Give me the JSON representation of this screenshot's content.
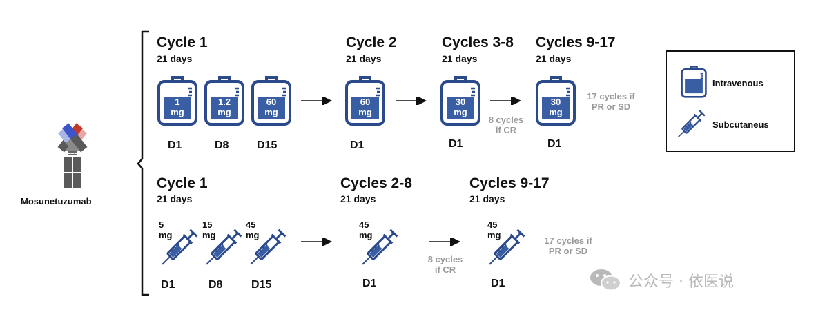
{
  "drug": {
    "name": "Mosunetuzumab"
  },
  "iv": {
    "cycles": [
      {
        "title": "Cycle 1",
        "duration": "21 days"
      },
      {
        "title": "Cycle 2",
        "duration": "21 days"
      },
      {
        "title": "Cycles 3-8",
        "duration": "21 days"
      },
      {
        "title": "Cycles 9-17",
        "duration": "21 days"
      }
    ],
    "doses": [
      {
        "amount": "1",
        "unit": "mg",
        "day": "D1"
      },
      {
        "amount": "1.2",
        "unit": "mg",
        "day": "D8"
      },
      {
        "amount": "60",
        "unit": "mg",
        "day": "D15"
      },
      {
        "amount": "60",
        "unit": "mg",
        "day": "D1"
      },
      {
        "amount": "30",
        "unit": "mg",
        "day": "D1"
      },
      {
        "amount": "30",
        "unit": "mg",
        "day": "D1"
      }
    ],
    "note_mid": [
      "8 cycles",
      "if CR"
    ],
    "note_end": [
      "17 cycles if",
      "PR or SD"
    ]
  },
  "sc": {
    "cycles": [
      {
        "title": "Cycle 1",
        "duration": "21 days"
      },
      {
        "title": "Cycles 2-8",
        "duration": "21 days"
      },
      {
        "title": "Cycles 9-17",
        "duration": "21 days"
      }
    ],
    "doses": [
      {
        "amount": "5",
        "unit": "mg",
        "day": "D1"
      },
      {
        "amount": "15",
        "unit": "mg",
        "day": "D8"
      },
      {
        "amount": "45",
        "unit": "mg",
        "day": "D15"
      },
      {
        "amount": "45",
        "unit": "mg",
        "day": "D1"
      },
      {
        "amount": "45",
        "unit": "mg",
        "day": "D1"
      }
    ],
    "note_mid": [
      "8 cycles",
      "if CR"
    ],
    "note_end": [
      "17 cycles if",
      "PR or SD"
    ]
  },
  "legend": {
    "iv_label": "Intravenous",
    "sc_label": "Subcutaneus"
  },
  "watermark": {
    "text": "公众号 · 依医说"
  },
  "colors": {
    "navy": "#2b4a8b",
    "fill": "#3a5ea3",
    "red": "#c0392b",
    "blue": "#3d55c8",
    "grey": "#5a5a5a"
  }
}
